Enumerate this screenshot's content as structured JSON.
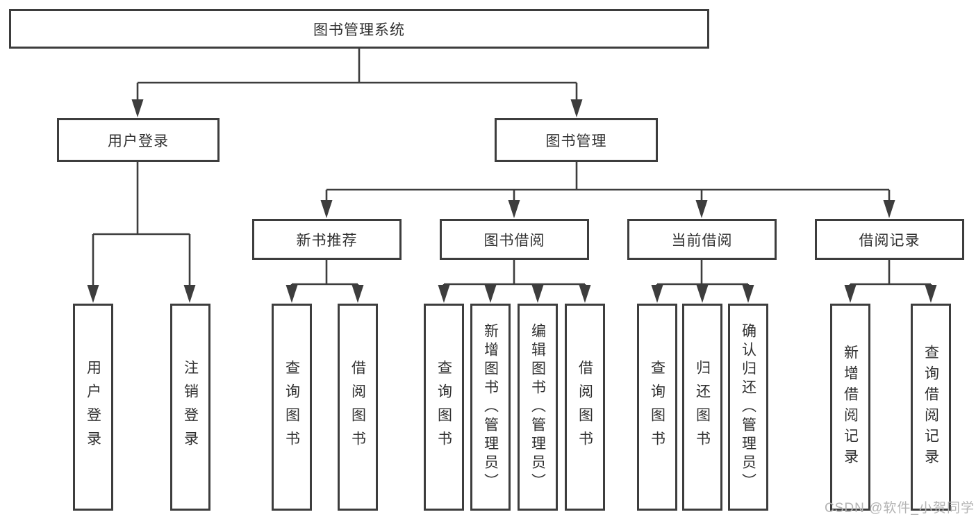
{
  "tree": {
    "root": {
      "label": "图书管理系统"
    },
    "branches": [
      {
        "label": "用户登录",
        "children": [
          {
            "label": "用户登录"
          },
          {
            "label": "注销登录"
          }
        ]
      },
      {
        "label": "图书管理",
        "children": [
          {
            "label": "新书推荐",
            "children": [
              {
                "label": "查询图书"
              },
              {
                "label": "借阅图书"
              }
            ]
          },
          {
            "label": "图书借阅",
            "children": [
              {
                "label": "查询图书"
              },
              {
                "label": "新增图书（管理员）"
              },
              {
                "label": "编辑图书（管理员）"
              },
              {
                "label": "借阅图书"
              }
            ]
          },
          {
            "label": "当前借阅",
            "children": [
              {
                "label": "查询图书"
              },
              {
                "label": "归还图书"
              },
              {
                "label": "确认归还（管理员）"
              }
            ]
          },
          {
            "label": "借阅记录",
            "children": [
              {
                "label": "新增借阅记录"
              },
              {
                "label": "查询借阅记录"
              }
            ]
          }
        ]
      }
    ]
  },
  "watermark": {
    "text": "CSDN @软件_小贺同学"
  },
  "colors": {
    "line": "#3d3d3d",
    "text": "#303030",
    "watermark": "#b4b4b4",
    "background": "#ffffff"
  }
}
